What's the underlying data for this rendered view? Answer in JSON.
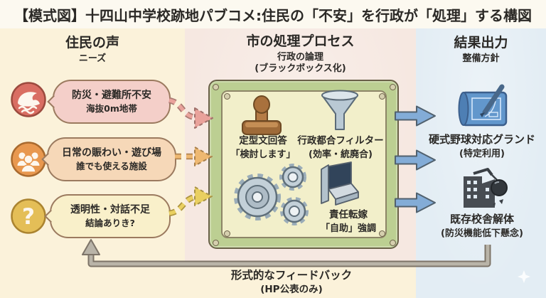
{
  "title": "【模式図】十四山中学校跡地パブコメ:住民の「不安」を行政が「処理」する構図",
  "columns": {
    "left": {
      "title": "住民の声",
      "subtitle": "ニーズ"
    },
    "middle": {
      "title": "市の処理プロセス",
      "subtitle": "行政の論理",
      "note": "(ブラックボックス化)"
    },
    "right": {
      "title": "結果出力",
      "subtitle": "整備方針"
    }
  },
  "voices": [
    {
      "icon": "wave-icon",
      "line1": "防災・避難所不安",
      "line2": "海抜0m地帯"
    },
    {
      "icon": "people-icon",
      "line1": "日常の賑わい・遊び場",
      "line2": "誰でも使える施設"
    },
    {
      "icon": "question-icon",
      "line1": "透明性・対話不足",
      "line2": "結論ありき?"
    }
  ],
  "process": [
    {
      "icon": "stamp-icon",
      "line1": "定型文回答",
      "line2": "「検討します」"
    },
    {
      "icon": "funnel-icon",
      "line1": "行政都合フィルター",
      "line2": "(効率・統廃合)"
    },
    {
      "icon": "gears-icon"
    },
    {
      "icon": "dustpan-icon",
      "line1": "責任転嫁",
      "line2": "「自助」強調"
    }
  ],
  "outputs": [
    {
      "icon": "blueprint-icon",
      "line1": "硬式野球対応グランド",
      "line2": "(特定利用)"
    },
    {
      "icon": "demolition-icon",
      "line1": "既存校舎解体",
      "line2": "(防災機能低下懸念)"
    }
  ],
  "feedback": {
    "line1": "形式的なフィードバック",
    "line2": "(HP公表のみ)"
  },
  "colors": {
    "left_column_bg": "#fbf2da",
    "middle_column_bg": "#f6e8e1",
    "right_column_bg": "#e3edf4",
    "machine_frame": "#bccf92",
    "machine_panel": "#f2efca",
    "voice_wave_circle": "#d96e63",
    "voice_people_circle": "#e8984f",
    "voice_question_circle": "#e4be57",
    "bubble1": "#f4cfc9",
    "bubble2": "#f6d8b8",
    "bubble3": "#f9f0ca",
    "arrow_pink": "#e9a29b",
    "arrow_orange": "#eeb871",
    "arrow_yellow": "#e9cf60",
    "arrow_blue": "#83acd7",
    "feedback_arrow_gray": "#b9b4a8"
  }
}
